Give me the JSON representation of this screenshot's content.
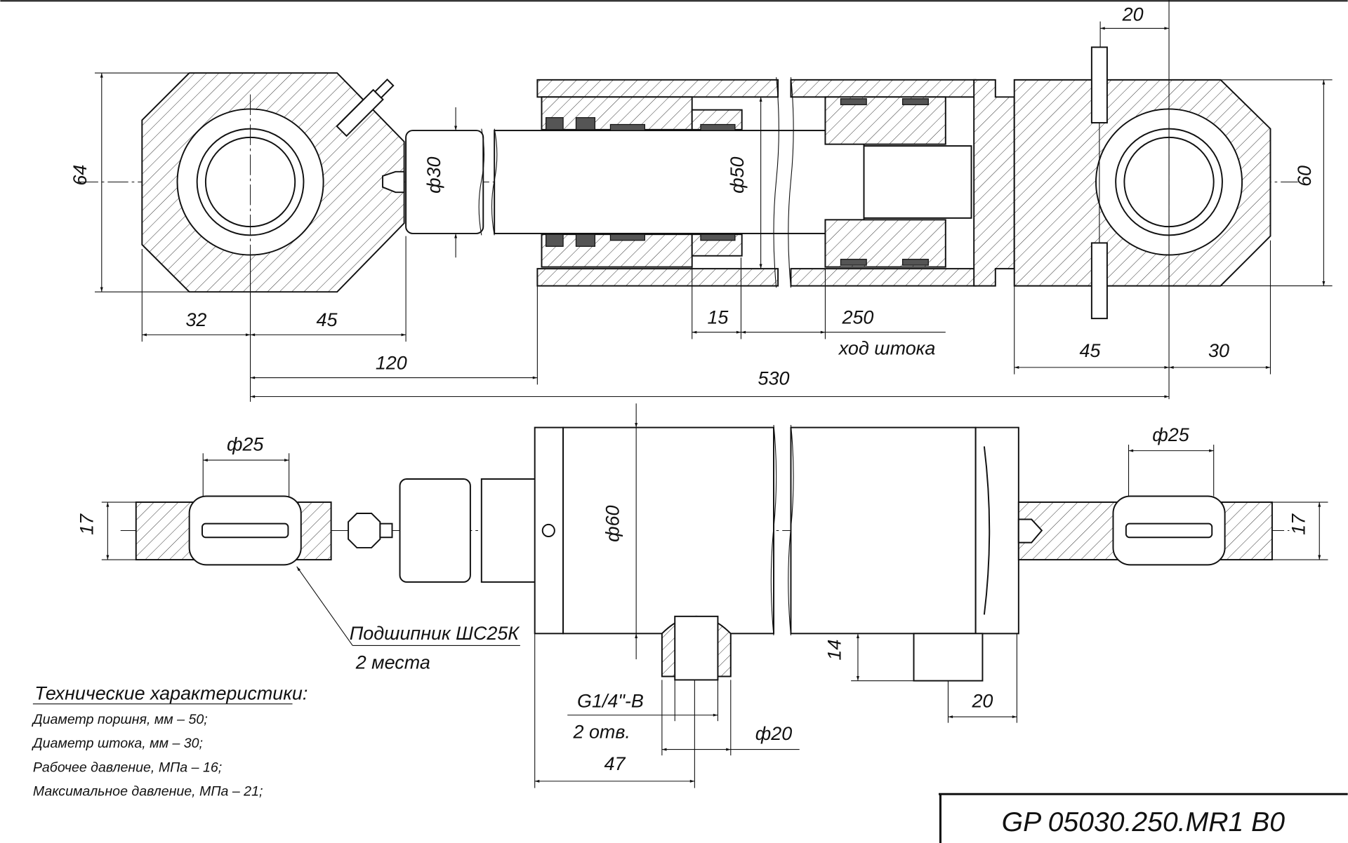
{
  "drawing": {
    "title_block": "GP 05030.250.MR1 B0",
    "top_view_dims": {
      "eye_height": "64",
      "rear_height": "60",
      "rear_nipple": "20",
      "eye_a": "32",
      "eye_b": "45",
      "to_tube": "120",
      "overall": "530",
      "gap": "15",
      "stroke": "250",
      "stroke_label": "ход штока",
      "rear_a": "45",
      "rear_b": "30",
      "rod_dia": "ф30",
      "bore_dia": "ф50"
    },
    "front_view_dims": {
      "pin_left": "ф25",
      "pin_right": "ф25",
      "width_left": "17",
      "width_right": "17",
      "tube_dia": "ф60",
      "port_height": "14",
      "block_width": "20",
      "port_thread": "G1/4\"-B",
      "port_count": "2 отв.",
      "port_dia": "ф20",
      "port_offset": "47",
      "bearing_label": "Подшипник ШС25К",
      "bearing_count": "2 места"
    },
    "specs": {
      "title": "Технические характеристики:",
      "items": [
        "Диаметр поршня, мм – 50;",
        "Диаметр штока, мм – 30;",
        "Рабочее давление, МПа – 16;",
        "Максимальное давление, МПа – 21;"
      ]
    }
  }
}
